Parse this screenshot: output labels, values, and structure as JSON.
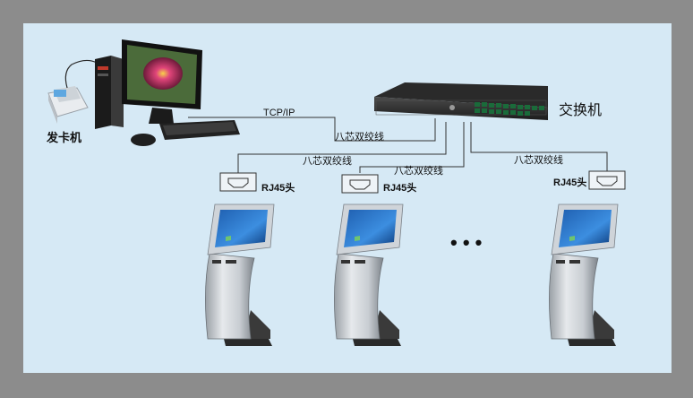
{
  "card_issuer": "发卡机",
  "switch": "交换机",
  "protocol": "TCP/IP",
  "cable": "八芯双绞线",
  "connector": "RJ45头",
  "ellipsis": "•  •  •"
}
